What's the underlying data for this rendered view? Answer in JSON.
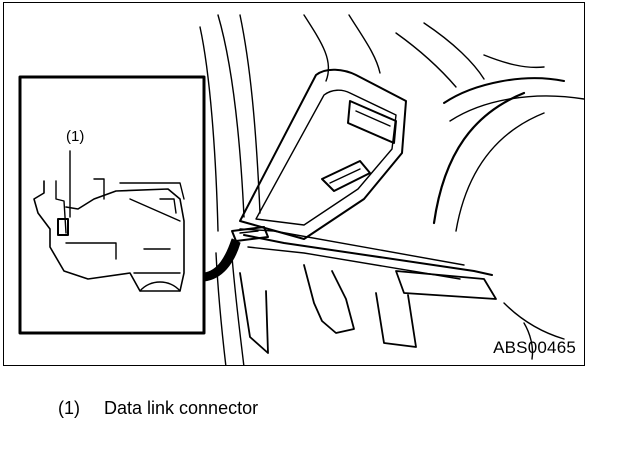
{
  "figure": {
    "id_label": "ABS00465"
  },
  "inset": {
    "callout": "(1)"
  },
  "legend": {
    "number": "(1)",
    "text": "Data link connector"
  }
}
